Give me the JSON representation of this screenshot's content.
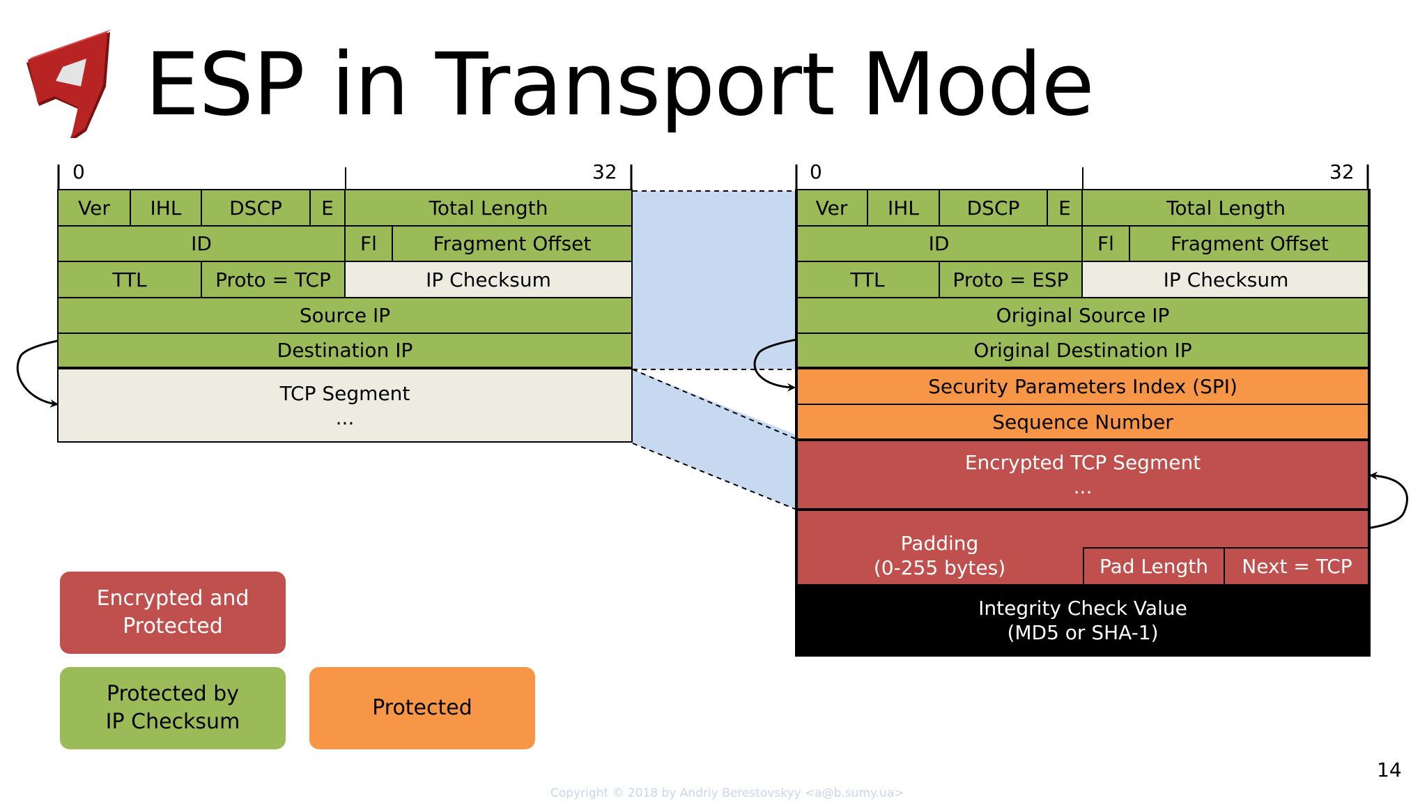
{
  "slide": {
    "title": "ESP in Transport Mode",
    "page_number": "14",
    "copyright": "Copyright © 2018 by Andriy Berestovskyy <a@b.sumy.ua>",
    "logo_icon": "red-3d-letter-a-logo"
  },
  "colors": {
    "green": "#9bbb59",
    "light": "#eeece1",
    "orange": "#f79646",
    "red": "#c0504d",
    "black": "#000000",
    "blue_band": "#c6d9f1"
  },
  "left": {
    "scale_start": "0",
    "scale_end": "32",
    "row1": [
      "Ver",
      "IHL",
      "DSCP",
      "E",
      "Total Length"
    ],
    "row2": [
      "ID",
      "Fl",
      "Fragment Offset"
    ],
    "row3": [
      "TTL",
      "Proto = TCP",
      "IP Checksum"
    ],
    "source_ip": "Source IP",
    "dest_ip": "Destination IP",
    "payload": "TCP Segment",
    "payload_ellipsis": "..."
  },
  "right": {
    "scale_start": "0",
    "scale_end": "32",
    "row1": [
      "Ver",
      "IHL",
      "DSCP",
      "E",
      "Total Length"
    ],
    "row2": [
      "ID",
      "Fl",
      "Fragment Offset"
    ],
    "row3": [
      "TTL",
      "Proto = ESP",
      "IP Checksum"
    ],
    "source_ip": "Original Source IP",
    "dest_ip": "Original Destination IP",
    "spi": "Security Parameters Index (SPI)",
    "seq": "Sequence Number",
    "payload": "Encrypted TCP Segment",
    "payload_ellipsis": "...",
    "padding_line1": "Padding",
    "padding_line2": "(0-255 bytes)",
    "pad_length": "Pad Length",
    "next": "Next = TCP",
    "icv_line1": "Integrity Check Value",
    "icv_line2": "(MD5 or SHA-1)"
  },
  "legend": {
    "encrypted_line1": "Encrypted and",
    "encrypted_line2": "Protected",
    "checksum_line1": "Protected by",
    "checksum_line2": "IP Checksum",
    "protected": "Protected"
  }
}
